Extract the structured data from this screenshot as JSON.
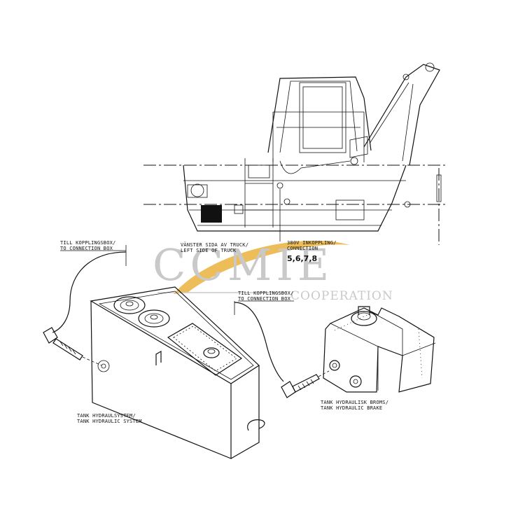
{
  "labels": {
    "conn_left_1": "TILL KOPPLINGSBOX/",
    "conn_left_2": "TO CONNECTION BOX",
    "side_1": "VÄNSTER SIDA AV TRUCK/",
    "side_2": "LEFT SIDE OF TRUCK",
    "inkop_1": "380V INKOPPLING/",
    "inkop_2": "CONNECTION",
    "inkop_numbers": "5,6,7,8",
    "conn_right_1": "TILL KOPPLINGSBOX/",
    "conn_right_2": "TO CONNECTION BOX",
    "tank_hyd_1": "TANK HYDRAULSYSTEM/",
    "tank_hyd_2": "TANK HYDRAULIC SYSTEM",
    "tank_brake_1": "TANK HYDRAULISK BROMS/",
    "tank_brake_2": "TANK HYDRAULIC BRAKE"
  },
  "watermark": {
    "main": "CCMIE",
    "sub": "COOPERATION",
    "swoosh_color": "#e9b23c",
    "text_color": "#c9c9c9"
  }
}
